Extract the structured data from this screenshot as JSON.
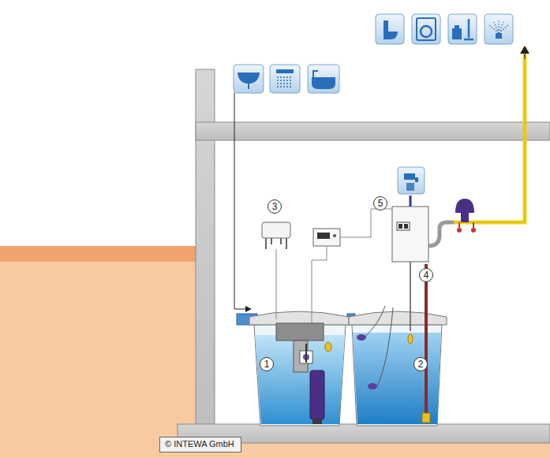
{
  "diagram": {
    "nodes": [
      {
        "text": [
          "© INTEWA GmbH"
        ]
      }
    ],
    "labels": [
      "3",
      "5",
      "4",
      "1",
      "2"
    ]
  }
}
